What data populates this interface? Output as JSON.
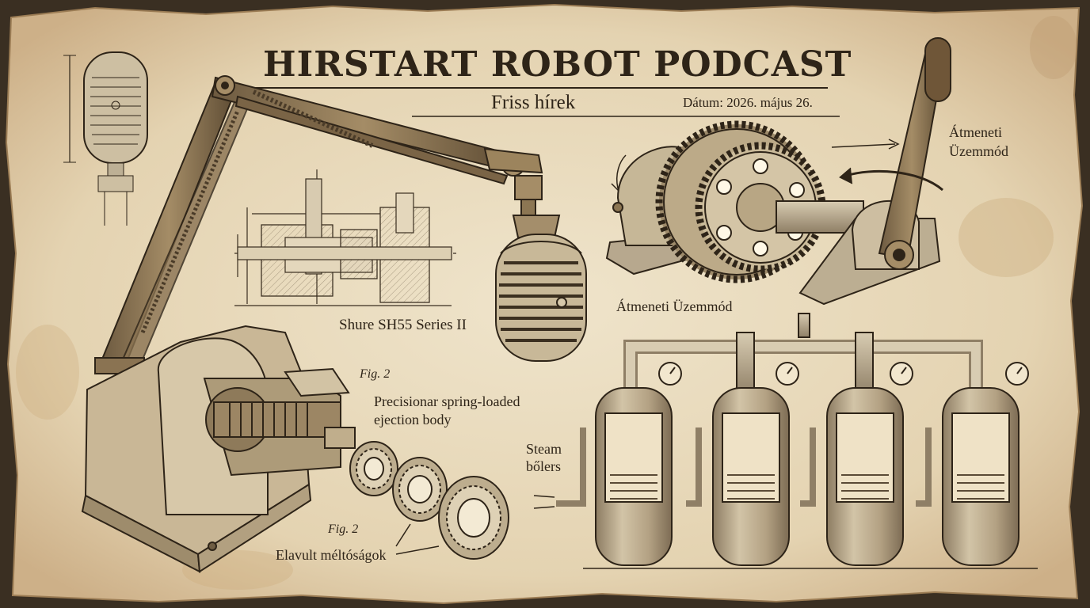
{
  "header": {
    "title": "HIRSTART ROBOT PODCAST",
    "subtitle": "Friss hírek",
    "date": "Dátum: 2026. május 26."
  },
  "labels": {
    "microphone": "Shure SH55 Series II",
    "lever_top_line1": "Átmeneti",
    "lever_top_line2": "Üzemmód",
    "gear_caption": "Átmeneti Üzemmód",
    "fig_top": "Fig. 2",
    "spring_line1": "Precisionar spring-loaded",
    "spring_line2": "ejection  body",
    "fig_bottom": "Fig. 2",
    "bearings": "Elavult méltóságok",
    "steam_line1": "Steam",
    "steam_line2": "bőlers"
  },
  "colors": {
    "paper": "#e9dcc0",
    "ink": "#2e2418",
    "stain": "#c9a977",
    "metal": "#b7a88e"
  }
}
